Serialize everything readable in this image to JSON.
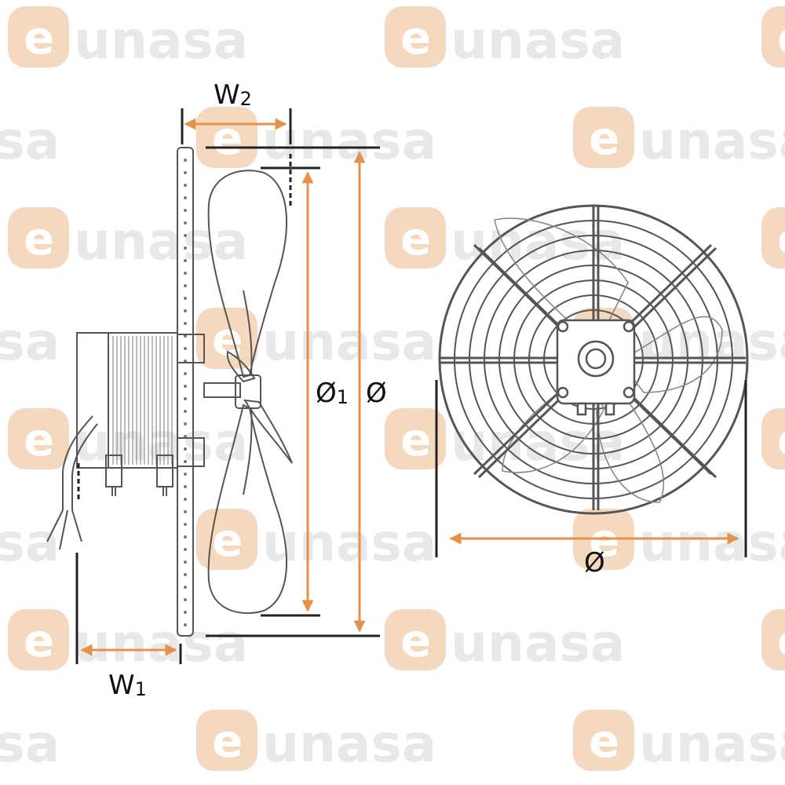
{
  "watermark": {
    "brand_e": "e",
    "brand_rest": "unasa",
    "rows": 8,
    "columns": 4
  },
  "dimensions": {
    "w2": {
      "main": "W",
      "sub": "2"
    },
    "w1": {
      "main": "W",
      "sub": "1"
    },
    "d1": {
      "main": "Ø",
      "sub": "1"
    },
    "d_side": {
      "main": "Ø"
    },
    "d_front": {
      "main": "Ø"
    }
  },
  "colors": {
    "arrow": "#e5914b",
    "line": "#222222",
    "drawing": "#555555",
    "watermark_text": "#e8e8e8",
    "watermark_badge": "#f5d9bf"
  },
  "fan_guard": {
    "ring_count": 8,
    "strut_count": 4
  }
}
